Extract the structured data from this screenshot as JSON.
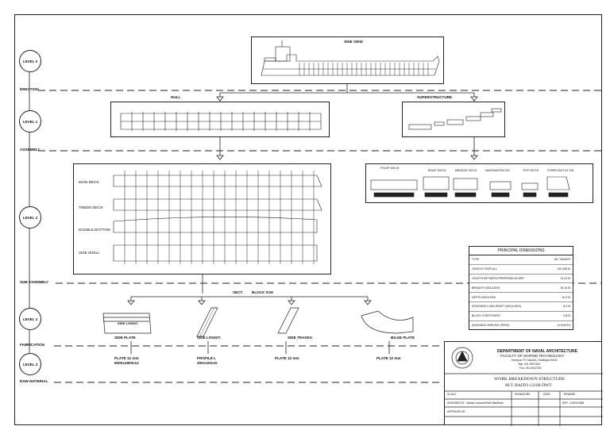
{
  "levels": [
    {
      "label": "LEVEL 0"
    },
    {
      "label": "LEVEL 1"
    },
    {
      "label": "LEVEL 2"
    },
    {
      "label": "LEVEL 3"
    },
    {
      "label": "LEVEL 3"
    }
  ],
  "stages": [
    "ERECTION",
    "ASSEMBLY",
    "SUB ASSEMBLY",
    "FABRICATION",
    "RAW MATERIAL"
  ],
  "side_view": {
    "title": "SIDE VIEW"
  },
  "hull": {
    "title": "HULL"
  },
  "superstructure": {
    "title": "SUPERSTRUCTURE"
  },
  "blocks_left": [
    "MAIN DECK",
    "TWEEN DECK",
    "DOUBLE BOTTOM",
    "SIDE SHELL"
  ],
  "super_blocks": [
    "POOP DECK",
    "BOAT DECK",
    "BRIDGE DECK",
    "NAVIGATION DK.",
    "TOP DECK",
    "FORECASTLE DK."
  ],
  "branch_labels": {
    "sect": "SECT.",
    "block": "BLOCK ICHI"
  },
  "parts": [
    {
      "inner": "SIDE LONGIT.",
      "name": "SIDE PLATE",
      "raw": "PLATE 12 mm\n6000x1800x12"
    },
    {
      "inner": "",
      "name": "SIDE LONGIT.",
      "raw": "PROFILE L\n200x100x10"
    },
    {
      "inner": "",
      "name": "SIDE TRANSV.",
      "raw": "PLATE 12 mm"
    },
    {
      "inner": "",
      "name": "BILGE PLATE",
      "raw": "PLATE 12 mm"
    }
  ],
  "principal_dimensions": {
    "title": "PRINCIPAL DIMENSIONS",
    "rows": [
      {
        "k": "TYPE",
        "v": "OIL TANKER"
      },
      {
        "k": "LENGTH OVER ALL",
        "v": "130,408 M"
      },
      {
        "k": "LENGTH BETWEEN PERPENDICULARS",
        "v": "121,8 M"
      },
      {
        "k": "BREADTH MOULDED",
        "v": "20,16 M"
      },
      {
        "k": "DEPTH MOULDED",
        "v": "10,3 M"
      },
      {
        "k": "DESIGNED LOAD DRAFT (MOULDED)",
        "v": "8,2 M"
      },
      {
        "k": "BLOCK COEFFICIENT",
        "v": "0,813"
      },
      {
        "k": "DESIGNED SERVICE SPEED",
        "v": "12 KNOTS"
      }
    ]
  },
  "title_block": {
    "dept": "DEPARTMENT OF NAVAL ARCHITECTURE",
    "faculty": "FACULTY OF MARINE TECHNOLOGY",
    "addr1": "Kampus ITS Sukolilo, Surabaya 60111",
    "addr2": "Telp. 031-5947254",
    "addr3": "Fax. 031-5947254",
    "title1": "WORK BREAKDOWN STRUCTURE",
    "title2": "M.T. BAITO 12100 DWT",
    "col_scale": "SCALE",
    "col_sign": "SIGNATURE",
    "col_date": "DATE",
    "col_remark": "REMARK",
    "designed": "DESIGNED BY : Nashid Lazuardi Rizki Mardhana",
    "nrp": "NRP : 4109100068",
    "approved": "APPROVED BY"
  }
}
